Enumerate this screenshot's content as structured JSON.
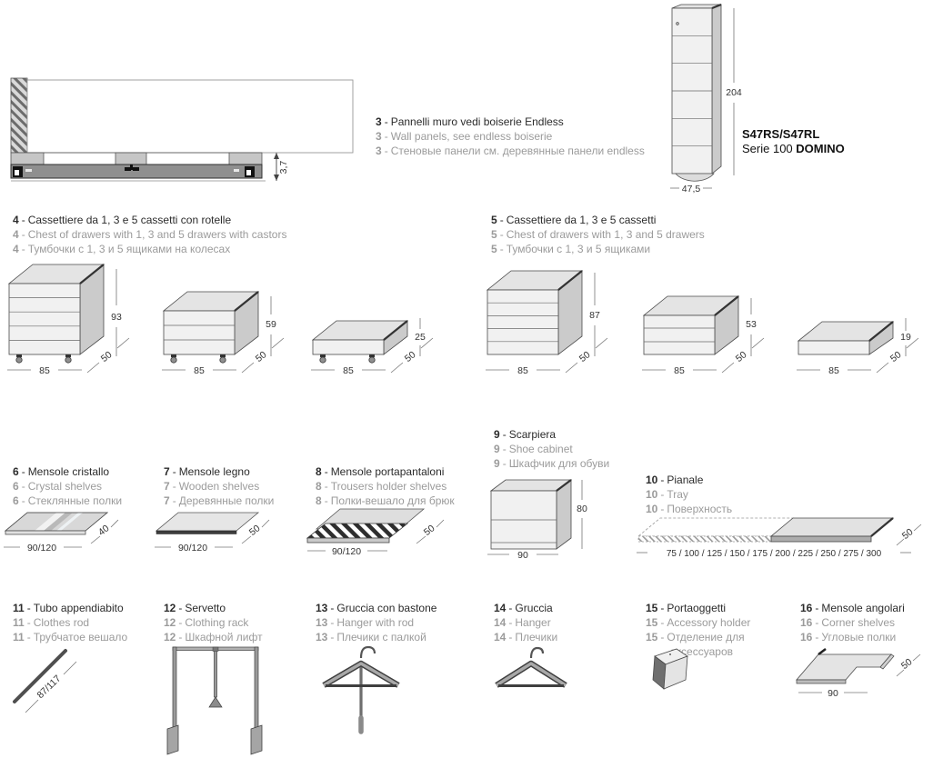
{
  "sep": "-",
  "colors": {
    "ink": "#2b2b2b",
    "muted": "#9b9b9b",
    "line": "#555555"
  },
  "panel3": {
    "n": "3",
    "it": "Pannelli muro vedi boiserie Endless",
    "en": "Wall panels, see endless boiserie",
    "ru": "Стеновые панели см. деревянные панели endless",
    "thickness": "3,7"
  },
  "cabinet": {
    "code": "S47RS/S47RL",
    "serie": "Serie 100",
    "model": "DOMINO",
    "height": "204",
    "width": "47,5"
  },
  "s4": {
    "n": "4",
    "it": "Cassettiere da 1, 3 e 5 cassetti con rotelle",
    "en": "Chest of drawers with 1, 3 and 5 drawers with castors",
    "ru": "Тумбочки с 1, 3 и 5 ящиками на колесах",
    "c1": {
      "h": "93",
      "w": "85",
      "d": "50"
    },
    "c2": {
      "h": "59",
      "w": "85",
      "d": "50"
    },
    "c3": {
      "h": "25",
      "w": "85",
      "d": "50"
    }
  },
  "s5": {
    "n": "5",
    "it": "Cassettiere da 1, 3 e 5 cassetti",
    "en": "Chest of drawers with 1, 3 and 5 drawers",
    "ru": "Тумбочки с 1, 3 и 5 ящиками",
    "c1": {
      "h": "87",
      "w": "85",
      "d": "50"
    },
    "c2": {
      "h": "53",
      "w": "85",
      "d": "50"
    },
    "c3": {
      "h": "19",
      "w": "85",
      "d": "50"
    }
  },
  "s6": {
    "n": "6",
    "it": "Mensole cristallo",
    "en": "Crystal shelves",
    "ru": "Стеклянные полки",
    "w": "90/120",
    "d": "40"
  },
  "s7": {
    "n": "7",
    "it": "Mensole legno",
    "en": "Wooden shelves",
    "ru": "Деревянные полки",
    "w": "90/120",
    "d": "50"
  },
  "s8": {
    "n": "8",
    "it": "Mensole portapantaloni",
    "en": "Trousers holder shelves",
    "ru": "Полки-вешало для брюк",
    "w": "90/120",
    "d": "50"
  },
  "s9": {
    "n": "9",
    "it": "Scarpiera",
    "en": "Shoe cabinet",
    "ru": "Шкафчик для обуви",
    "h": "80",
    "w": "90"
  },
  "s10": {
    "n": "10",
    "it": "Pianale",
    "en": "Tray",
    "ru": "Поверхность",
    "sizes": "75 / 100 / 125 / 150 / 175 / 200 / 225 / 250 / 275 / 300",
    "d": "50"
  },
  "s11": {
    "n": "11",
    "it": "Tubo appendiabito",
    "en": "Clothes rod",
    "ru": "Трубчатое вешало",
    "len": "87/117"
  },
  "s12": {
    "n": "12",
    "it": "Servetto",
    "en": "Clothing rack",
    "ru": "Шкафной лифт"
  },
  "s13": {
    "n": "13",
    "it": "Gruccia con bastone",
    "en": "Hanger with rod",
    "ru": "Плечики с палкой"
  },
  "s14": {
    "n": "14",
    "it": "Gruccia",
    "en": "Hanger",
    "ru": "Плечики"
  },
  "s15": {
    "n": "15",
    "it": "Portaoggetti",
    "en": "Accessory holder",
    "ru": "Отделение для",
    "ru2": "аксессуаров"
  },
  "s16": {
    "n": "16",
    "it": "Mensole angolari",
    "en": "Corner shelves",
    "ru": "Угловые полки",
    "w": "90",
    "d": "50"
  }
}
